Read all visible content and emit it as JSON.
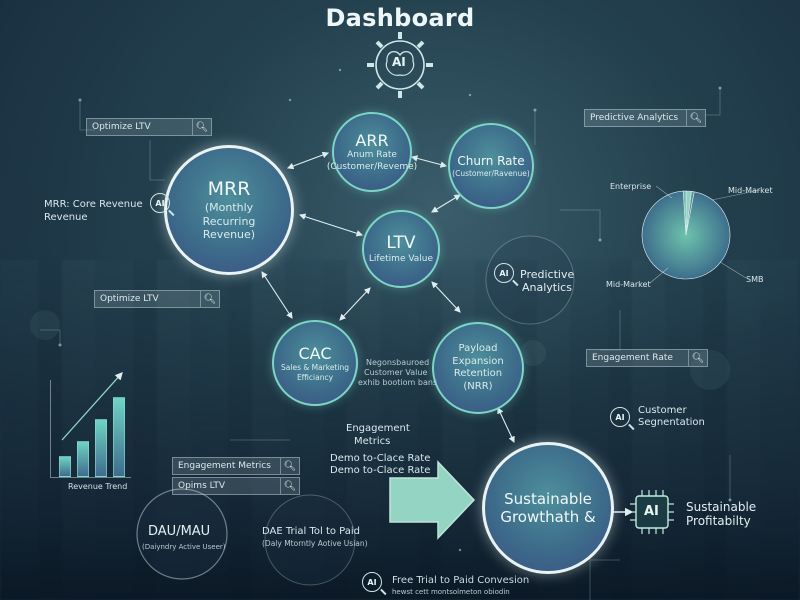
{
  "title": "Dashboard",
  "top_icon": "ai-brain-gear-icon",
  "top_icon_text": "AI",
  "nodes": {
    "mrr": {
      "title": "MRR",
      "subtitle": "(Monthly Recurring Revenue)"
    },
    "arr": {
      "title": "ARR",
      "subtitle1": "Anum Rate",
      "subtitle2": "(Customer/Reveme)"
    },
    "churn": {
      "title": "Churn Rate",
      "subtitle": "(Customer/Ravenue)"
    },
    "ltv": {
      "title": "LTV",
      "subtitle": "Lifetime Value"
    },
    "cac": {
      "title": "CAC",
      "subtitle1": "Sales & Marketing",
      "subtitle2": "Efficiancy"
    },
    "payload": {
      "line1": "Payload",
      "line2": "Expansion",
      "line3": "Retention",
      "line4": "(NRR)"
    },
    "growth": {
      "line1": "Sustainable",
      "line2": "Growthath &"
    }
  },
  "search_boxes": [
    {
      "text": "Optimize LTV"
    },
    {
      "text": "Optimize LTV"
    },
    {
      "text": "Predictive Analytics"
    },
    {
      "text": "Engagement Rate"
    },
    {
      "text": "Engagement Metrics"
    },
    {
      "text": "Opims LTV"
    }
  ],
  "labels": {
    "mrr_side1": "MRR: Core Revenue",
    "mrr_side2": "Revenue",
    "predictive1": "Predictive",
    "predictive2": "Analytics",
    "cac_side1": "Negonsbauroed",
    "cac_side2": "Customer Value",
    "cac_side3": "exhib bootiom bans",
    "customer_seg1": "Customer",
    "customer_seg2": "Segnentation",
    "engagement1": "Engagement",
    "engagement2": "Metrics",
    "demo1": "Demo to-Clace Rate",
    "demo2": "Demo to-Clace Rate",
    "revenue_trend": "Revenue Trend",
    "dau_title": "DAU/MAU",
    "dau_sub": "(Daiyndry Active Useer)",
    "trial1": "DAE Trial Tol to Paid",
    "trial2": "(Daly Mtorntly Aotive Usian)",
    "sustainable1": "Sustainable",
    "sustainable2": "Profitabilty",
    "ai_chip": "AI",
    "free_trial1": "Free Trial to Paid Convesion",
    "free_trial2": "hewst cett montsolmeton obiodin"
  },
  "ai_badge_text": "AI",
  "chart_data": [
    {
      "type": "bar",
      "categories": [
        "",
        "",
        "",
        ""
      ],
      "values": [
        20,
        35,
        58,
        80
      ],
      "xlabel": "Revenue Trend",
      "trend": "up"
    },
    {
      "type": "pie",
      "labels": [
        "Enterprise",
        "Mid-Market",
        "SMB",
        "Mid-Market"
      ],
      "values": [
        2,
        1,
        96,
        1
      ]
    }
  ],
  "colors": {
    "accent": "#7cd6c6",
    "node_fill": "#3d6c8a",
    "arrow": "#8fd8c4"
  }
}
